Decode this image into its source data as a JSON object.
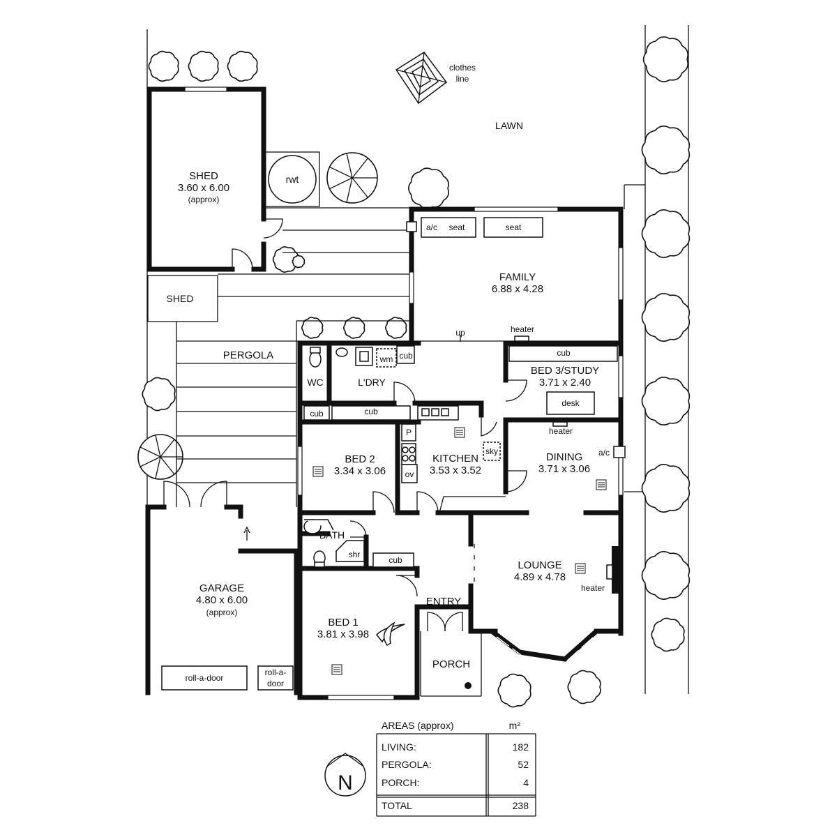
{
  "labels": {
    "clothes_line_1": "clothes",
    "clothes_line_2": "line",
    "lawn": "LAWN",
    "rwt": "rwt",
    "shed_name": "SHED",
    "shed_dims": "3.60 x 6.00",
    "shed_approx": "(approx)",
    "shed2": "SHED",
    "pergola": "PERGOLA",
    "ac_top": "a/c",
    "seat_1": "seat",
    "seat_2": "seat",
    "family_name": "FAMILY",
    "family_dims": "6.88 x 4.28",
    "up": "up",
    "heater_family": "heater",
    "cub_bed3": "cub",
    "bed3_name": "BED 3/STUDY",
    "bed3_dims": "3.71 x 2.40",
    "desk": "desk",
    "wm": "wm",
    "cub_ldry_top": "cub",
    "wc": "WC",
    "ldry": "L'DRY",
    "cub_wc": "cub",
    "cub_ldry": "cub",
    "p": "P",
    "kitchen_name": "KITCHEN",
    "kitchen_dims": "3.53 x 3.52",
    "sky": "sky",
    "ov": "ov",
    "bed2_name": "BED 2",
    "bed2_dims": "3.34 x 3.06",
    "heater_dining": "heater",
    "ac_dining": "a/c",
    "dining_name": "DINING",
    "dining_dims": "3.71 x 3.06",
    "bath": "BATH",
    "shr": "shr",
    "cub_bath": "cub",
    "lounge_name": "LOUNGE",
    "lounge_dims": "4.89 x 4.78",
    "heater_lounge": "heater",
    "garage_name": "GARAGE",
    "garage_dims": "4.80 x 6.00",
    "garage_approx": "(approx)",
    "entry": "ENTRY",
    "bed1_name": "BED 1",
    "bed1_dims": "3.81 x 3.98",
    "porch": "PORCH",
    "roll_door_1": "roll-a-door",
    "roll_door_2a": "roll-a-",
    "roll_door_2b": "door",
    "north": "N"
  },
  "areas_table": {
    "heading": "AREAS (approx)",
    "unit": "m²",
    "rows": [
      {
        "label": "LIVING:",
        "value": "182"
      },
      {
        "label": "PERGOLA:",
        "value": "52"
      },
      {
        "label": "PORCH:",
        "value": "4"
      }
    ],
    "total_label": "TOTAL",
    "total_value": "238"
  },
  "colors": {
    "ink": "#111111",
    "background": "#ffffff"
  }
}
